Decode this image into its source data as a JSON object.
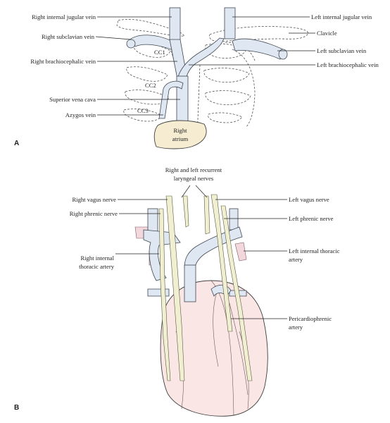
{
  "panel_a": {
    "panel_letter": "A",
    "left_labels": [
      "Right internal jugular vein",
      "Right subclavian vein",
      "Right brachiocephalic vein",
      "Superior vena cava",
      "Azygos vein"
    ],
    "right_labels": [
      "Left internal jugular vein",
      "Clavicle",
      "Left subclavian vein",
      "Left brachiocephalic vein"
    ],
    "costal_cartilages": [
      "CC1",
      "CC2",
      "CC3"
    ],
    "atrium_label": [
      "Right",
      "atrium"
    ]
  },
  "panel_b": {
    "panel_letter": "B",
    "top_label": [
      "Right and left recurrent",
      "laryngeal nerves"
    ],
    "left_labels": [
      "Right vagus nerve",
      "Right phrenic nerve"
    ],
    "right_internal_thoracic": [
      "Right internal",
      "thoracic artery"
    ],
    "right_labels": [
      "Left vagus nerve",
      "Left phrenic nerve"
    ],
    "left_internal_thoracic": [
      "Left internal thoracic",
      "artery"
    ],
    "pericardiophrenic": [
      "Pericardiophrenic",
      "artery"
    ]
  },
  "colors": {
    "vein_fill": "#dfe8f2",
    "heart_fill": "#fbe6e6",
    "atrium_fill": "#f5ecd2",
    "nerve_fill": "#f1efd2",
    "artery_fill": "#f2d7dc"
  }
}
